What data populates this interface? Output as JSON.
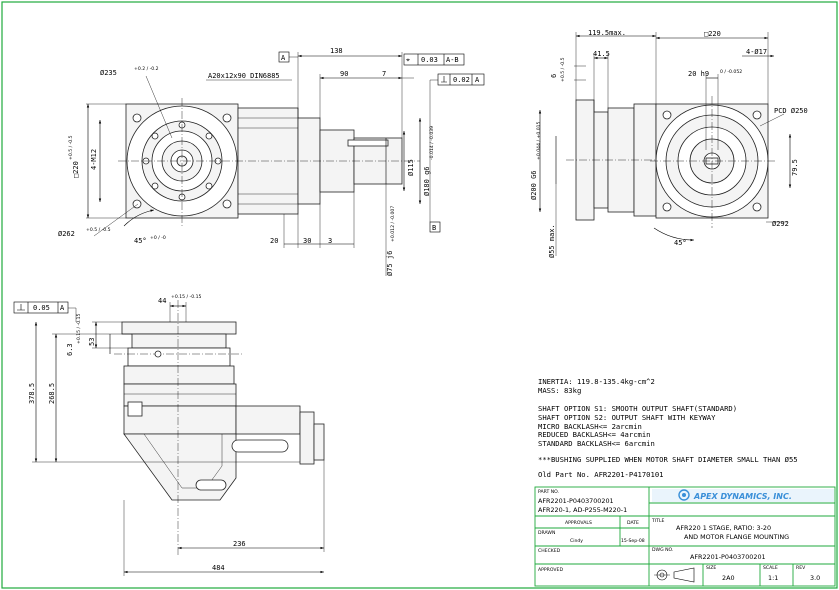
{
  "colors": {
    "border": "#1faa3c",
    "logo": "#3a8fd8",
    "line": "#000000"
  },
  "front_view": {
    "datum_a": "A",
    "datum_b": "B",
    "dim_138": "138",
    "dim_90": "90",
    "dim_7": "7",
    "keyway": "A20x12x90 DIN6885",
    "pos_tol": "0.03",
    "pos_ref": "A-B",
    "perp_tol": "0.02",
    "perp_ref": "A",
    "bolt_circle": "Ø235",
    "bolt_circle_tol": "+0.2 / -0.2",
    "holes": "4-M12",
    "square": "□220",
    "square_tol": "+0.5 / -0.5",
    "outer_dia": "Ø262",
    "outer_dia_tol": "+0.5 / -0.5",
    "angle": "45°",
    "angle_tol": "+0 / -0",
    "dim_20": "20",
    "dim_30": "30",
    "dim_3": "3",
    "dia_115": "Ø115",
    "dia_180": "Ø180 g6",
    "dia_180_tol": "-0.014 / -0.039",
    "dia_75": "Ø75 j6",
    "dia_75_tol": "+0.012 / -0.007"
  },
  "side_view": {
    "length_max": "119.5max.",
    "dim_41_5": "41.5",
    "dim_6": "6",
    "dim_6_tol": "+0.5 / -0.5",
    "square_220": "□220",
    "holes": "4-Ø17",
    "dim_20_h9": "20 h9",
    "dim_20_h9_tol": "0 / -0.052",
    "pcd": "PCD Ø250",
    "dim_79_5": "79.5",
    "dia_200": "Ø200 G6",
    "dia_200_tol": "+0.044 / +0.015",
    "dia_55": "Ø55 max.",
    "dia_292": "Ø292",
    "angle": "45°"
  },
  "bottom_view": {
    "perp_tol": "0.05",
    "perp_ref": "A",
    "dim_44": "44",
    "dim_44_tol": "+0.15 / -0.15",
    "dim_53": "53",
    "dim_6_3": "6.3",
    "dim_6_3_tol": "+0.15 / -0.15",
    "dim_268_5": "268.5",
    "dim_378_5": "378.5",
    "dim_236": "236",
    "dim_484": "484"
  },
  "notes": [
    "INERTIA:  119.8-135.4kg-cm^2",
    "MASS: 83kg",
    "",
    "SHAFT OPTION S1: SMOOTH OUTPUT SHAFT(STANDARD)",
    "SHAFT OPTION S2: OUTPUT SHAFT WITH KEYWAY",
    "MICRO BACKLASH<= 2arcmin",
    "REDUCED BACKLASH<= 4arcmin",
    "STANDARD BACKLASH<= 6arcmin",
    "",
    "***BUSHING SUPPLIED WHEN MOTOR SHAFT DIAMETER SMALL THAN Ø55",
    "",
    "Old Part No. AFR2201-P4170101"
  ],
  "title_block": {
    "part_no_label": "PART NO.",
    "part_no_1": "AFR2201-P0403700201",
    "part_no_2": "AFR220-1, AD-P255-M220-1",
    "company": "APEX DYNAMICS, INC.",
    "approvals_label": "APPROVALS",
    "date_label": "DATE",
    "title_label": "TITLE",
    "title_1": "AFR220 1 STAGE, RATIO: 3-20",
    "title_2": "AND MOTOR FLANGE MOUNTING",
    "drawn_label": "DRAWN",
    "drawn_by": "Cindy",
    "drawn_date": "15-Sep-08",
    "dwg_no_label": "DWG NO.",
    "dwg_no": "AFR2201-P0403700201",
    "checked_label": "CHECKED",
    "approved_label": "APPROVED",
    "size_label": "SIZE",
    "size": "2A0",
    "scale_label": "SCALE",
    "scale": "1:1",
    "rev_label": "REV",
    "rev": "3.0"
  }
}
